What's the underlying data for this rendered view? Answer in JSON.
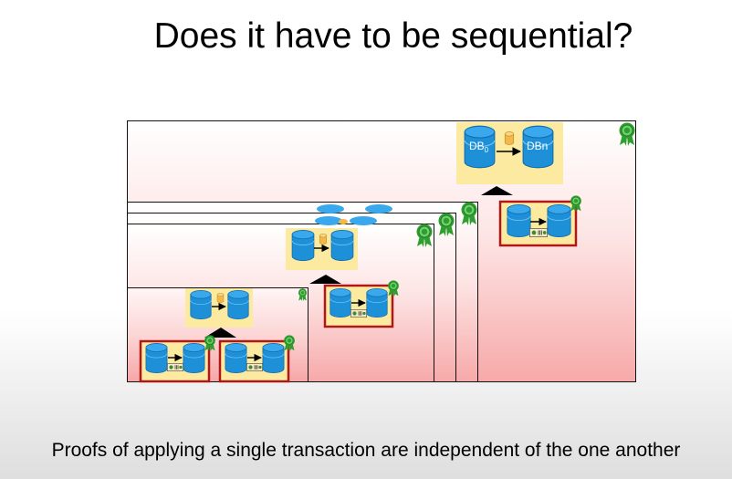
{
  "slide": {
    "title": "Does it have to be sequential?",
    "caption": "Proofs of applying a single transaction are independent of the one another"
  },
  "diagram": {
    "db_start_label": "DB0",
    "db_start_label_base": "DB",
    "db_start_label_sub": "0",
    "db_end_label": "DBn",
    "colors": {
      "database": "#1e90d8",
      "transaction": "#f0c060",
      "summary_box": "#fbeaa0",
      "proof_box_border": "#b01818",
      "certificate": "#2e9e2e",
      "frame_gradient_bottom": "#f7a9a9"
    },
    "icons": [
      "database-icon",
      "transaction-icon",
      "arrow-icon",
      "certificate-icon",
      "merge-arrow-icon"
    ]
  }
}
